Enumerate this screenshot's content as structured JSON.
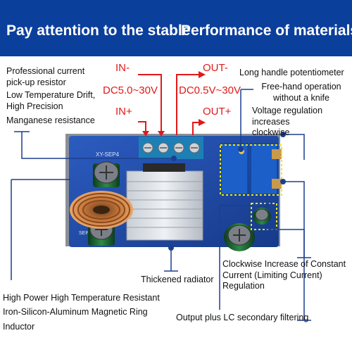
{
  "banner": {
    "left_text": "Pay attention to the stable",
    "right_text": "Performance of materials"
  },
  "terminals": {
    "in_minus": "IN-",
    "in_plus": "IN+",
    "in_voltage": "DC5.0~30V",
    "out_minus": "OUT-",
    "out_plus": "OUT+",
    "out_voltage": "DC0.5V~30V"
  },
  "board": {
    "silk_top": "XY-SEP4",
    "silk_side": "SEP4"
  },
  "labels": {
    "resistor": "Professional current pick-up resistor",
    "drift": "Low Temperature Drift, High Precision",
    "manganese": "Manganese resistance",
    "potentiometer": "Long handle potentiometer",
    "free_hand": "Free-hand operation without a knife",
    "voltage_reg": "Voltage regulation increases clockwise",
    "radiator": "Thickened radiator",
    "current_reg": "Clockwise Increase of Constant Current (Limiting Current) Regulation",
    "inductor_1": "High Power High Temperature Resistant",
    "inductor_2": "Iron-Silicon-Aluminum Magnetic Ring",
    "inductor_3": "Inductor",
    "filtering": "Output plus LC secondary filtering"
  },
  "colors": {
    "banner": "#0b3f9c",
    "pcb": "#1f4aa8",
    "annotation_red": "#e11919",
    "annotation_blue": "#1b3f8f",
    "highlight_yellow": "#f2e600"
  }
}
